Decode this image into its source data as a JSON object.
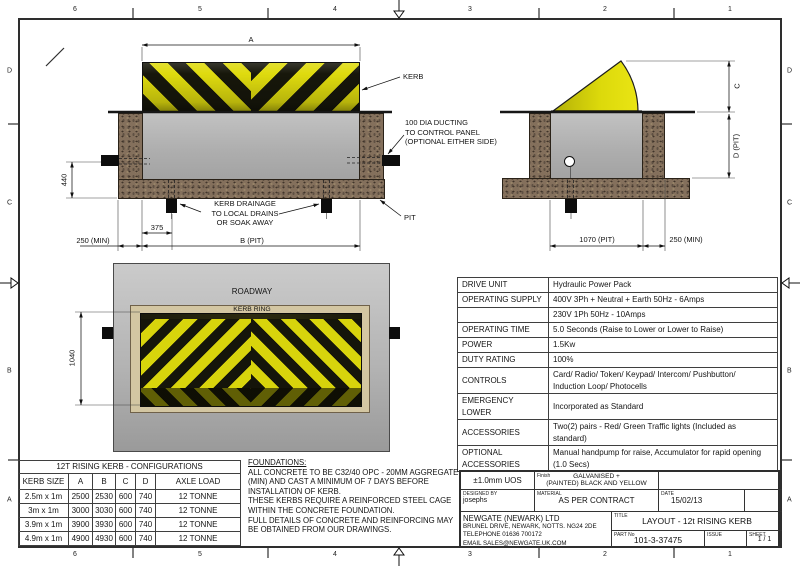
{
  "drawing": {
    "border": {
      "top_numbers": [
        "6",
        "5",
        "4",
        "3",
        "2",
        "1"
      ],
      "bottom_numbers": [
        "6",
        "5",
        "4",
        "3",
        "2",
        "1"
      ],
      "left_letters": [
        "D",
        "C",
        "B",
        "A"
      ],
      "right_letters": [
        "D",
        "C",
        "B",
        "A"
      ]
    },
    "front_view": {
      "dim_a": "A",
      "dim_440": "440",
      "dim_375": "375",
      "dim_250_min": "250 (MIN)",
      "dim_b_pit": "B (PIT)",
      "kerb_label": "KERB",
      "ducting_note": "100 DIA DUCTING\nTO CONTROL PANEL\n(OPTIONAL EITHER SIDE)",
      "pit_label": "PIT",
      "drainage_note": "KERB DRAINAGE\nTO LOCAL DRAINS\nOR SOAK AWAY"
    },
    "side_view": {
      "dim_c": "C",
      "dim_d_pit": "D (PIT)",
      "dim_1070": "1070 (PIT)",
      "dim_250_min": "250 (MIN)"
    },
    "plan_view": {
      "roadway": "ROADWAY",
      "kerb_ring": "KERB RING",
      "dim_1040": "1040"
    },
    "spec_table": {
      "rows": [
        {
          "label": "DRIVE UNIT",
          "value": "Hydraulic Power Pack"
        },
        {
          "label": "OPERATING SUPPLY",
          "value": "400V 3Ph + Neutral + Earth 50Hz - 6Amps"
        },
        {
          "label": "",
          "value": "230V 1Ph 50Hz - 10Amps"
        },
        {
          "label": "OPERATING TIME",
          "value": "5.0 Seconds (Raise to Lower or Lower to Raise)"
        },
        {
          "label": "POWER",
          "value": "1.5Kw"
        },
        {
          "label": "DUTY RATING",
          "value": "100%"
        },
        {
          "label": "CONTROLS",
          "value": "Card/ Radio/ Token/ Keypad/ Intercom/ Pushbutton/\nInduction Loop/ Photocells"
        },
        {
          "label": "EMERGENCY LOWER",
          "value": "Incorporated as Standard"
        },
        {
          "label": "ACCESSORIES",
          "value": "Two(2) pairs - Red/ Green Traffic lights (Included as\nstandard)"
        },
        {
          "label": "OPTIONAL\nACCESSORIES",
          "value": "Manual handpump for raise, Accumulator for rapid opening\n(1.0 Secs)"
        }
      ]
    },
    "config_table": {
      "title": "12T RISING KERB - CONFIGURATIONS",
      "headers": [
        "KERB SIZE",
        "A",
        "B",
        "C",
        "D",
        "AXLE LOAD"
      ],
      "rows": [
        [
          "2.5m x 1m",
          "2500",
          "2530",
          "600",
          "740",
          "12 TONNE"
        ],
        [
          "3m x 1m",
          "3000",
          "3030",
          "600",
          "740",
          "12 TONNE"
        ],
        [
          "3.9m x 1m",
          "3900",
          "3930",
          "600",
          "740",
          "12 TONNE"
        ],
        [
          "4.9m x 1m",
          "4900",
          "4930",
          "600",
          "740",
          "12 TONNE"
        ]
      ]
    },
    "foundations": {
      "heading": "FOUNDATIONS:",
      "body": "ALL CONCRETE TO BE C32/40 OPC - 20MM AGGREGATE\n(MIN) AND CAST A MINIMUM OF 7 DAYS BEFORE\nINSTALLATION OF KERB.\nTHESE KERBS REQUIRE A REINFORCED STEEL CAGE\nWITHIN THE CONCRETE FOUNDATION.\nFULL DETAILS OF CONCRETE AND REINFORCING MAY\nBE OBTAINED FROM OUR DRAWINGS."
    },
    "title_block": {
      "tolerance": "±1.0mm UOS",
      "finish_label": "Finish",
      "finish": "GALVANISED +\n(PAINTED) BLACK AND YELLOW",
      "designed_by_label": "DESIGNED BY",
      "designed_by": "josephs",
      "material_label": "MATERIAL",
      "material": "AS PER CONTRACT",
      "date_label": "DATE",
      "date": "15/02/13",
      "company": "NEWGATE (NEWARK) LTD",
      "address": "BRUNEL DRIVE, NEWARK, NOTTS. NG24 2DE",
      "telephone": "TELEPHONE 01636 700172",
      "email": "EMAIL SALES@NEWGATE.UK.COM",
      "title_label": "TITLE",
      "title": "LAYOUT - 12t RISING KERB",
      "part_label": "PART No",
      "part_no": "101-3-37475",
      "issue_label": "ISSUE",
      "sheet_label": "SHEET",
      "sheet": "1 / 1"
    },
    "colors": {
      "kerb_yellow": "#dfdb0e",
      "stripe_black": "#17170b",
      "concrete_brown": "#84705c",
      "pit_grey": "#b5b5b5",
      "ring_tan": "#d3c6a2"
    }
  }
}
